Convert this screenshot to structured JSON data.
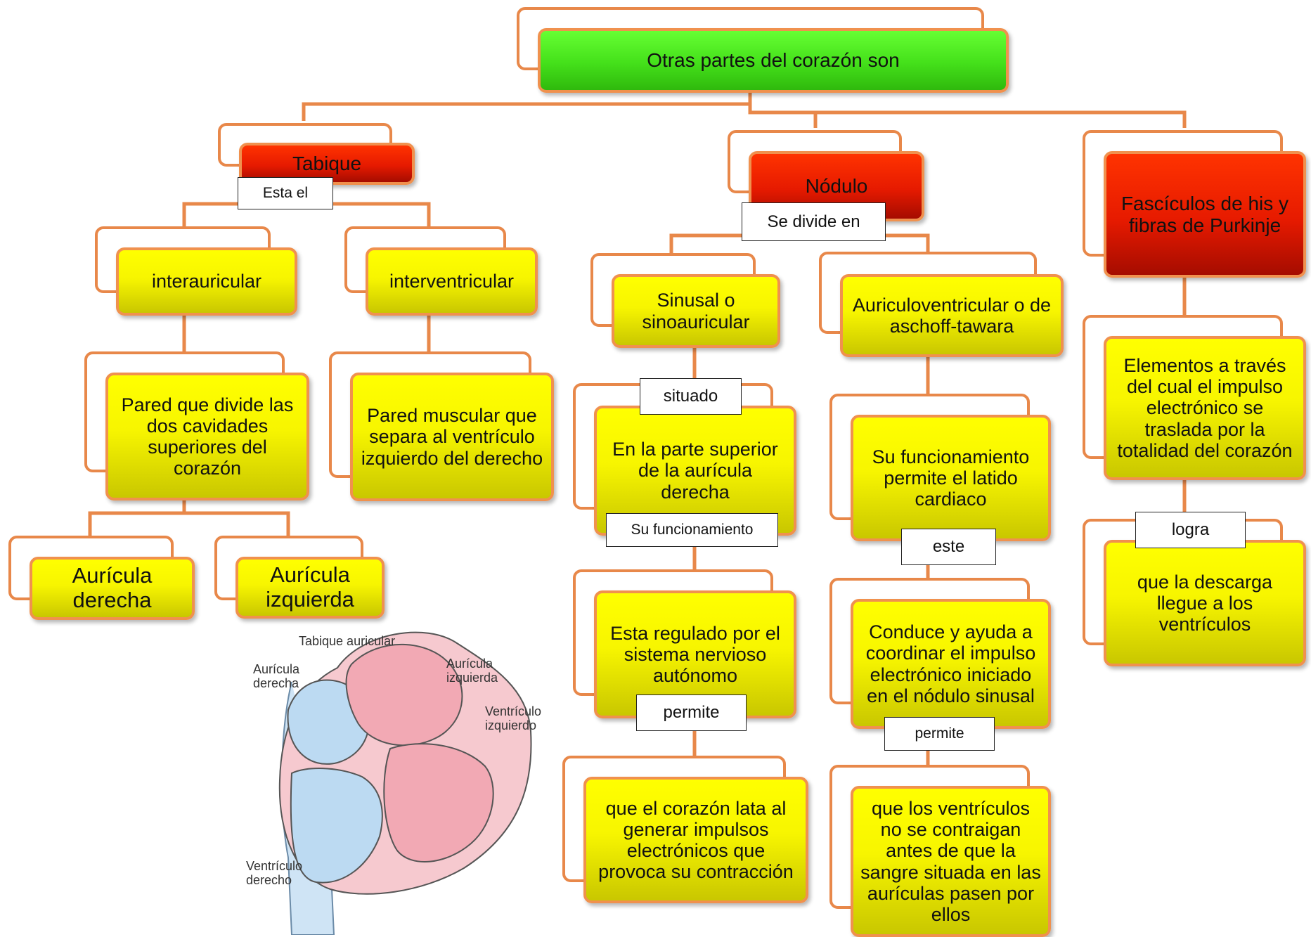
{
  "root": {
    "label": "Otras partes del corazón son"
  },
  "tabique": {
    "label": "Tabique",
    "connector": "Esta el",
    "interauricular": {
      "label": "interauricular",
      "description": "Pared que divide las dos cavidades superiores del corazón",
      "children": [
        "Aurícula derecha",
        "Aurícula izquierda"
      ]
    },
    "interventricular": {
      "label": "interventricular",
      "description": "Pared muscular que separa al ventrículo izquierdo del derecho"
    }
  },
  "nodulo": {
    "label": "Nódulo",
    "connector": "Se divide en",
    "sinusal": {
      "label": "Sinusal o sinoauricular",
      "connector1": "situado",
      "location": "En  la parte superior de la aurícula derecha",
      "connector2": "Su funcionamiento",
      "regulation": "Esta  regulado por el sistema nervioso autónomo",
      "connector3": "permite",
      "result": "que el corazón lata al generar impulsos electrónicos  que provoca su contracción"
    },
    "auriculoventricular": {
      "label": "Auriculoventricular o de aschoff-tawara",
      "function": "Su funcionamiento permite el latido cardiaco",
      "connector1": "este",
      "action": "Conduce y ayuda a coordinar  el impulso electrónico iniciado  en el nódulo sinusal",
      "connector2": "permite",
      "result": "que los ventrículos no se contraigan antes de que la sangre situada en las aurículas pasen por ellos"
    }
  },
  "fasciculos": {
    "label": "Fascículos de  his y fibras de Purkinje",
    "description": "Elementos a través del cual  el impulso electrónico se traslada por la totalidad del corazón",
    "connector": "logra",
    "result": "que la descarga llegue a los ventrículos"
  },
  "heart_image": {
    "labels": {
      "tabique": "Tabique auricular",
      "auricula_derecha": [
        "Aurícula",
        "derecha"
      ],
      "auricula_izquierda": [
        "Aurícula",
        "izquierda"
      ],
      "ventriculo_izquierdo": [
        "Ventrículo",
        "izquierdo"
      ],
      "ventriculo_derecho": [
        "Ventrículo",
        "derecho"
      ]
    }
  },
  "colors": {
    "green": "#44e01a",
    "yellow": "#f7f500",
    "red": "#e61a00",
    "connector_line": "#e8884a"
  }
}
